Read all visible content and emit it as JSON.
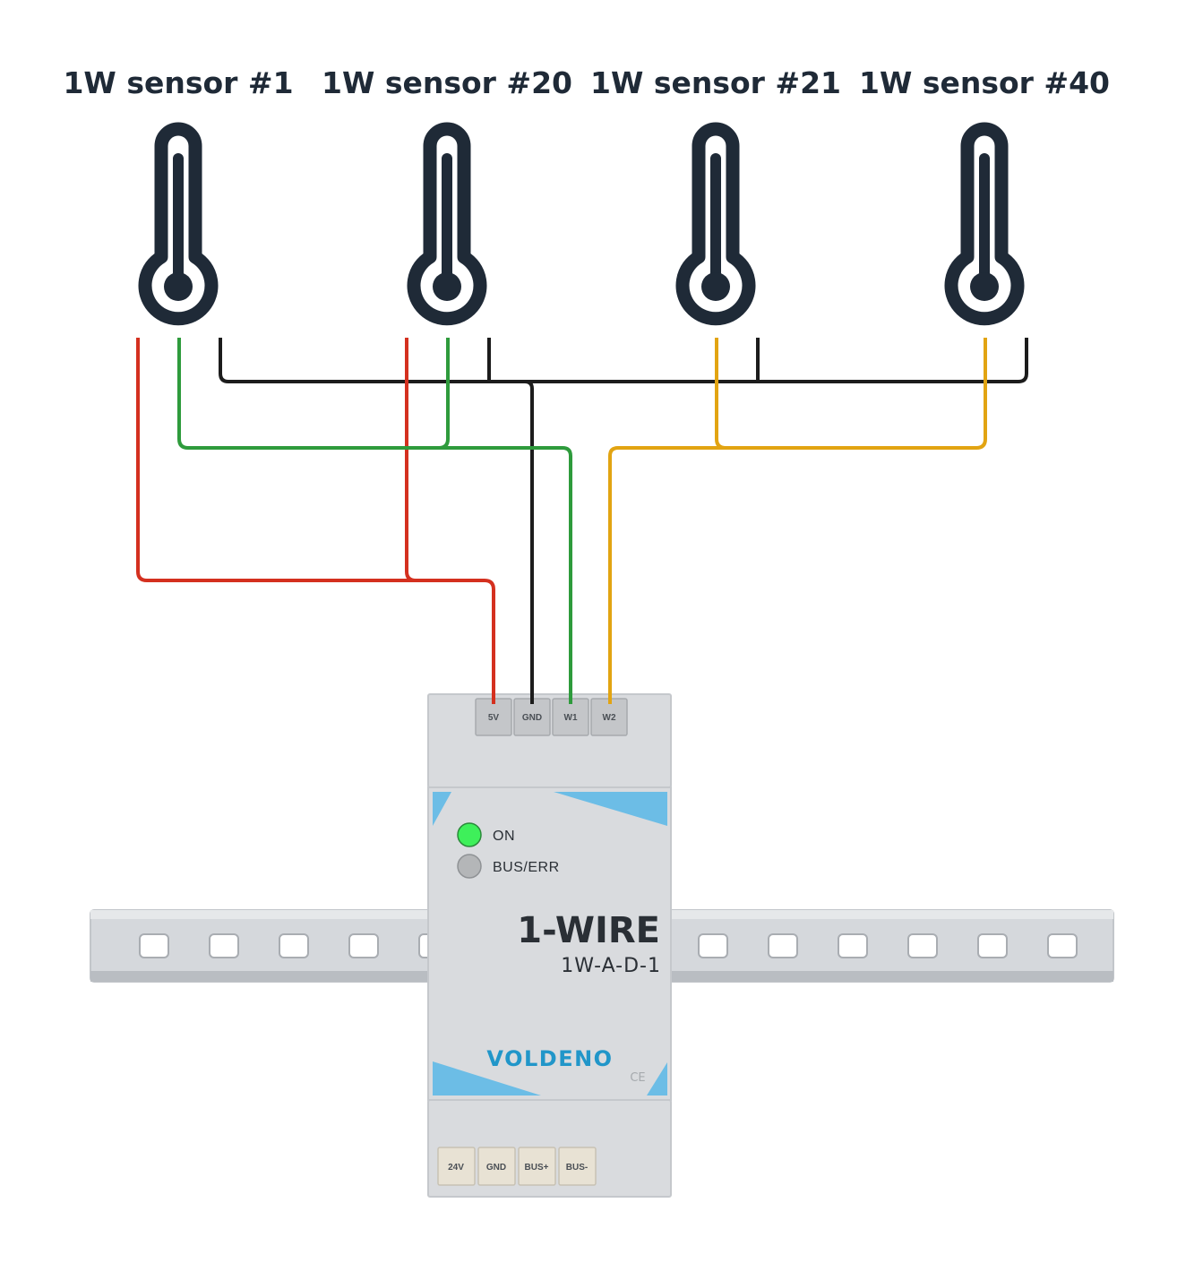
{
  "sensors": [
    {
      "label": "1W sensor #1"
    },
    {
      "label": "1W sensor #20"
    },
    {
      "label": "1W sensor #21"
    },
    {
      "label": "1W sensor #40"
    }
  ],
  "module": {
    "top_terminals": [
      "5V",
      "GND",
      "W1",
      "W2"
    ],
    "bottom_terminals": [
      "24V",
      "GND",
      "BUS+",
      "BUS-"
    ],
    "led_on": "ON",
    "led_bus": "BUS/ERR",
    "title": "1-WIRE",
    "model": "1W-A-D-1",
    "brand": "VOLDENO",
    "mark": "CE"
  },
  "colors": {
    "power_5v": "#d4301f",
    "ground": "#1c1c1c",
    "w1": "#2e9b3c",
    "w2": "#e2a412",
    "icon": "#1f2a37",
    "accent": "#6cbde6",
    "brand": "#2196c9",
    "led_on": "#3ef05a",
    "led_off": "#b4b6b8"
  }
}
